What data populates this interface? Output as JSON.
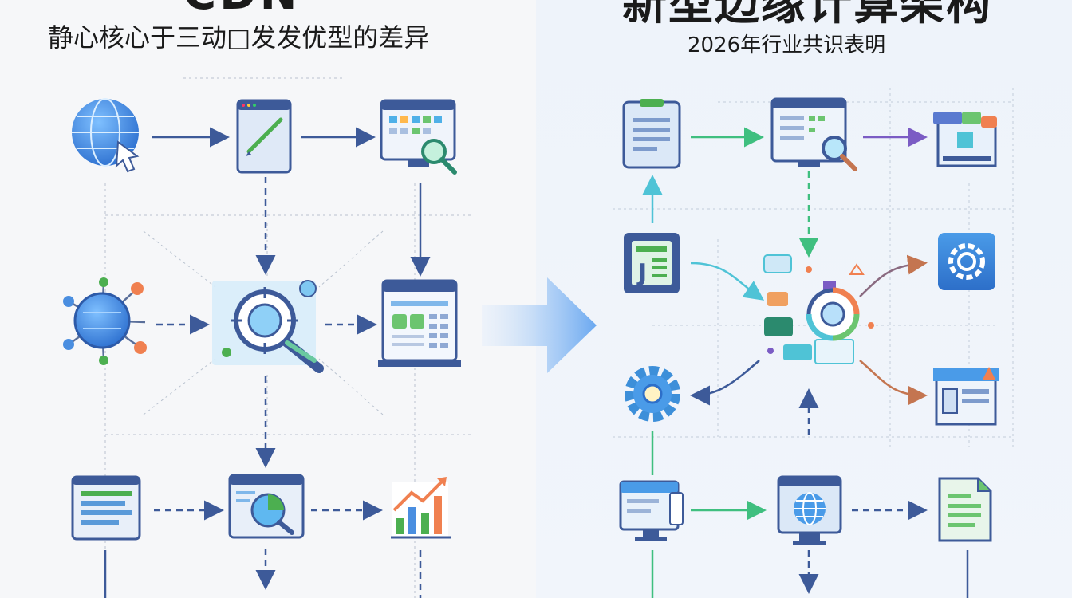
{
  "left_panel": {
    "title": "CDN",
    "subtitle": "静心核心于三动□发发优型的差异"
  },
  "right_panel": {
    "title": "新型边缘计算架构",
    "subtitle": "2026年行业共识表明"
  },
  "colors": {
    "arrow_blue": "#3d5a99",
    "arrow_green": "#3fbf7f",
    "arrow_purple": "#7b5cc4",
    "arrow_orange": "#c47550",
    "arrow_teal": "#4fc3d6",
    "big_arrow": "#6aa8f0"
  },
  "icons": {
    "left": [
      "globe-cursor-icon",
      "browser-pen-icon",
      "monitor-search-icon",
      "network-node-icon",
      "magnifier-target-icon",
      "dashboard-window-icon",
      "tablet-list-icon",
      "browser-chart-icon",
      "growth-chart-icon"
    ],
    "right": [
      "clipboard-icon",
      "monitor-search-icon",
      "store-icon",
      "document-j-icon",
      "gear-tile-icon",
      "central-hub-icon",
      "gear-icon",
      "shop-icon",
      "kiosk-monitor-icon",
      "globe-monitor-icon",
      "document-icon"
    ]
  }
}
